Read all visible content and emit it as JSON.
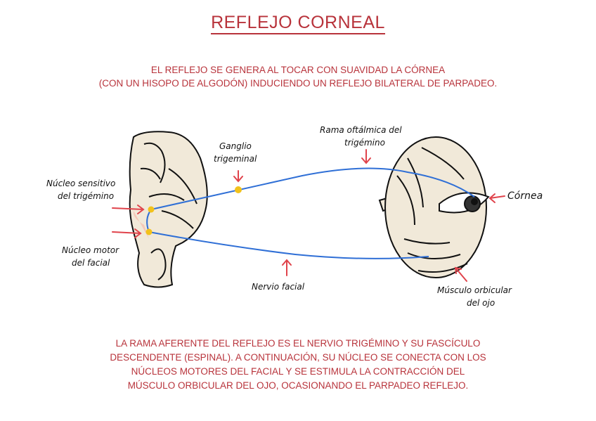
{
  "title": "REFLEJO CORNEAL",
  "intro": [
    "EL REFLEJO SE GENERA AL TOCAR CON SUAVIDAD LA CÓRNEA",
    "(CON UN HISOPO DE ALGODÓN) INDUCIENDO UN REFLEJO BILATERAL DE PARPADEO."
  ],
  "labels": {
    "nucleo_sensitivo": [
      "Núcleo sensitivo",
      "del trigémino"
    ],
    "nucleo_motor": [
      "Núcleo motor",
      "del facial"
    ],
    "ganglio": [
      "Ganglio",
      "trigeminal"
    ],
    "rama_oftalmica": [
      "Rama oftálmica del",
      "trigémino"
    ],
    "cornea": "Córnea",
    "nervio_facial": "Nervio facial",
    "musculo": [
      "Músculo orbicular",
      "del ojo"
    ]
  },
  "outro": [
    "LA RAMA AFERENTE DEL REFLEJO ES EL NERVIO TRIGÉMINO Y SU FASCÍCULO",
    "DESCENDENTE (ESPINAL). A CONTINUACIÓN, SU NÚCLEO SE CONECTA CON LOS",
    "NÚCLEOS MOTORES DEL FACIAL Y SE ESTIMULA LA CONTRACCIÓN DEL",
    "MÚSCULO ORBICULAR DEL OJO, OCASIONANDO EL PARPADEO REFLEJO."
  ],
  "colors": {
    "accent": "#b8333b",
    "nerve": "#2f6fd6",
    "nucleus": "#f2c21b",
    "arrow": "#e0434b",
    "tissue": "#f1e9d9",
    "tissue_dark": "#f5c8b8"
  }
}
